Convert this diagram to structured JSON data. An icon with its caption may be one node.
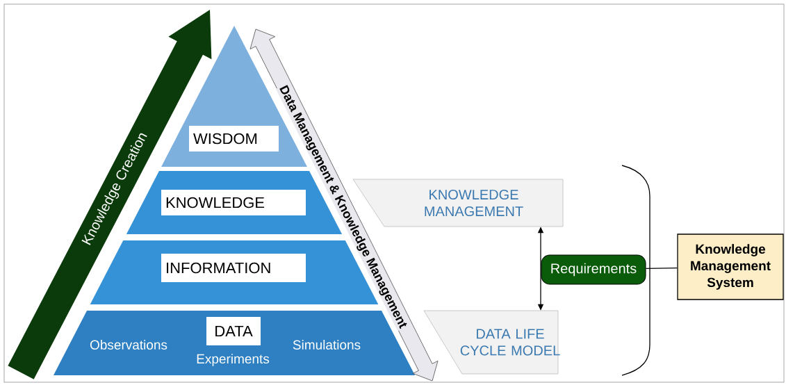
{
  "diagram": {
    "nodes": [
      {
        "text": [
          "WISDOM"
        ]
      },
      {
        "text": [
          "KNOWLEDGE"
        ]
      },
      {
        "text": [
          "INFORMATION"
        ]
      },
      {
        "text": [
          "DATA",
          "Observations",
          "Experiments",
          "Simulations"
        ]
      },
      {
        "text": [
          "KNOWLEDGE MANAGEMENT"
        ]
      },
      {
        "text": [
          "DATA LIFE CYCLE MODEL"
        ]
      },
      {
        "text": [
          "Requirements"
        ]
      },
      {
        "text": [
          "Knowledge Management System"
        ]
      }
    ],
    "edges": [
      {
        "from": 4,
        "to": 5,
        "arrow": "both"
      },
      {
        "from": 6,
        "to": 7,
        "arrow": "none"
      },
      {
        "from": 0,
        "to": 5,
        "arrow": "both",
        "label": "Data Management & Knowledge Management"
      }
    ],
    "labels": [
      "Knowledge Creation"
    ]
  }
}
